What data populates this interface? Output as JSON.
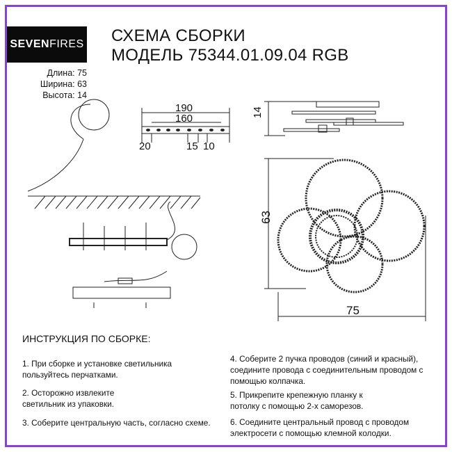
{
  "logo": {
    "bold": "SEVEN",
    "light": "FIRES"
  },
  "title": {
    "line1": "СХЕМА СБОРКИ",
    "line2": "МОДЕЛЬ  75344.01.09.04 RGB"
  },
  "dimensions": {
    "length": "Длина: 75",
    "width": "Ширина: 63",
    "height": "Высота: 14"
  },
  "diagram_labels": {
    "bracket_total": "190",
    "bracket_inner": "160",
    "bracket_left": "20",
    "bracket_gap1": "15",
    "bracket_gap2": "10",
    "side_height": "14",
    "top_height": "63",
    "top_width": "75"
  },
  "instructions": {
    "heading": "ИНСТРУКЦИЯ ПО СБОРКЕ:",
    "items": [
      "1. При сборке и установке светильника пользуйтесь перчатками.",
      "2. Осторожно извлеките светильник из упаковки.",
      "3. Соберите центральную часть, согласно схеме.",
      "4. Соберите 2 пучка проводов (синий и красный), соедините провода с соединительным проводом с помощью колпачка.",
      "5. Прикрепите крепежную планку к потолку с помощью 2-х саморезов.",
      "6. Соедините центральный провод с проводом электросети с помощью клемной колодки."
    ]
  },
  "colors": {
    "border": "#8a3fd6"
  }
}
